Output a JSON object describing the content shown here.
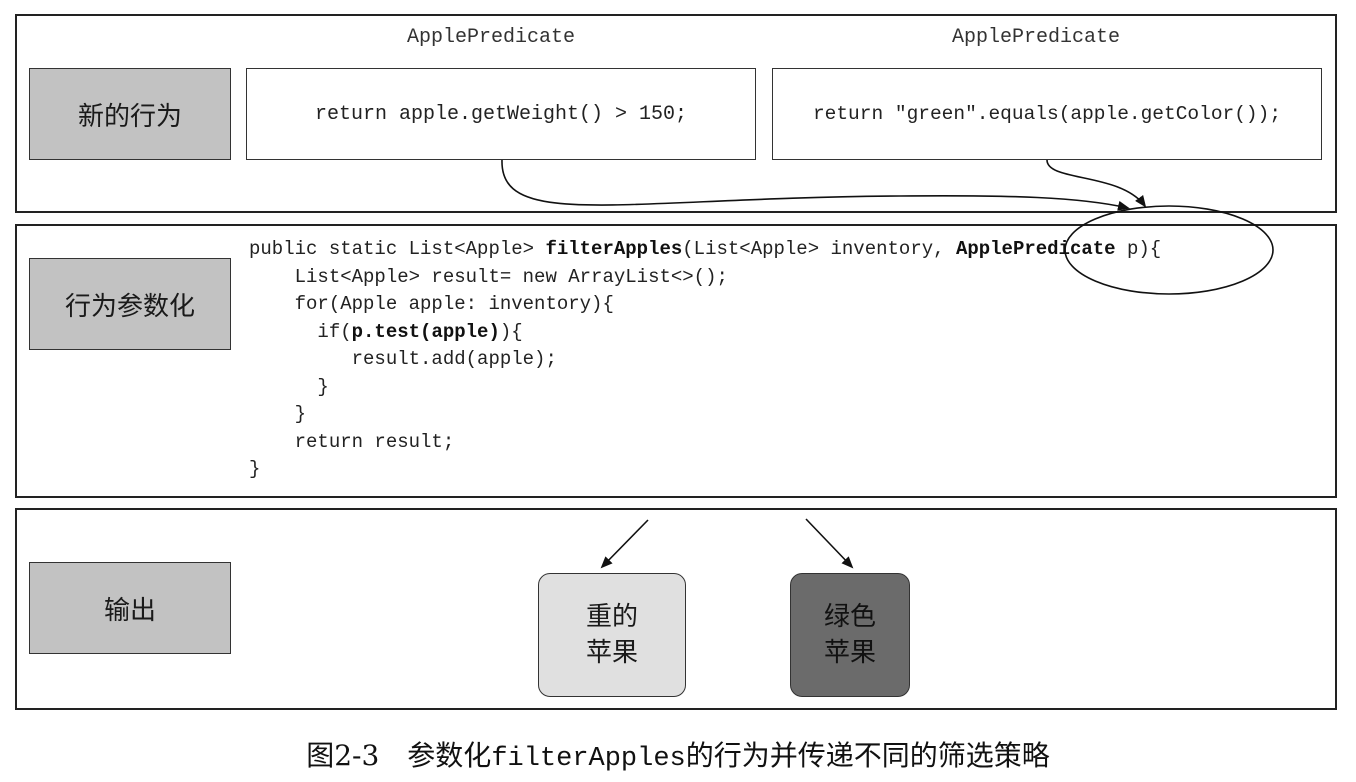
{
  "top": {
    "label": "新的行为",
    "box1": {
      "title": "ApplePredicate",
      "code": "return apple.getWeight() > 150;"
    },
    "box2": {
      "title": "ApplePredicate",
      "code": "return \"green\".equals(apple.getColor());"
    }
  },
  "middle": {
    "label": "行为参数化",
    "code": {
      "line1_pre": "public static List<Apple> ",
      "line1_method": "filterApples",
      "line1_mid": "(List<Apple> inventory, ",
      "line1_param_type": "ApplePredicate",
      "line1_post": " p){",
      "line2": "    List<Apple> result= new ArrayList<>();",
      "line3": "    for(Apple apple: inventory){",
      "line4_pre": "      if(",
      "line4_bold": "p.test(apple)",
      "line4_post": "){",
      "line5": "         result.add(apple);",
      "line6": "      }",
      "line7": "    }",
      "line8": "    return result;",
      "line9": "}"
    }
  },
  "bottom": {
    "label": "输出",
    "heavy": {
      "line1": "重的",
      "line2": "苹果",
      "fill": "#e0e0e0"
    },
    "green": {
      "line1": "绿色",
      "line2": "苹果",
      "fill": "#6b6b6b"
    }
  },
  "caption": {
    "prefix": "图2-3　参数化",
    "code": "filterApples",
    "suffix": "的行为并传递不同的筛选策略"
  },
  "colors": {
    "label_fill": "#c2c2c2",
    "border": "#222222"
  }
}
